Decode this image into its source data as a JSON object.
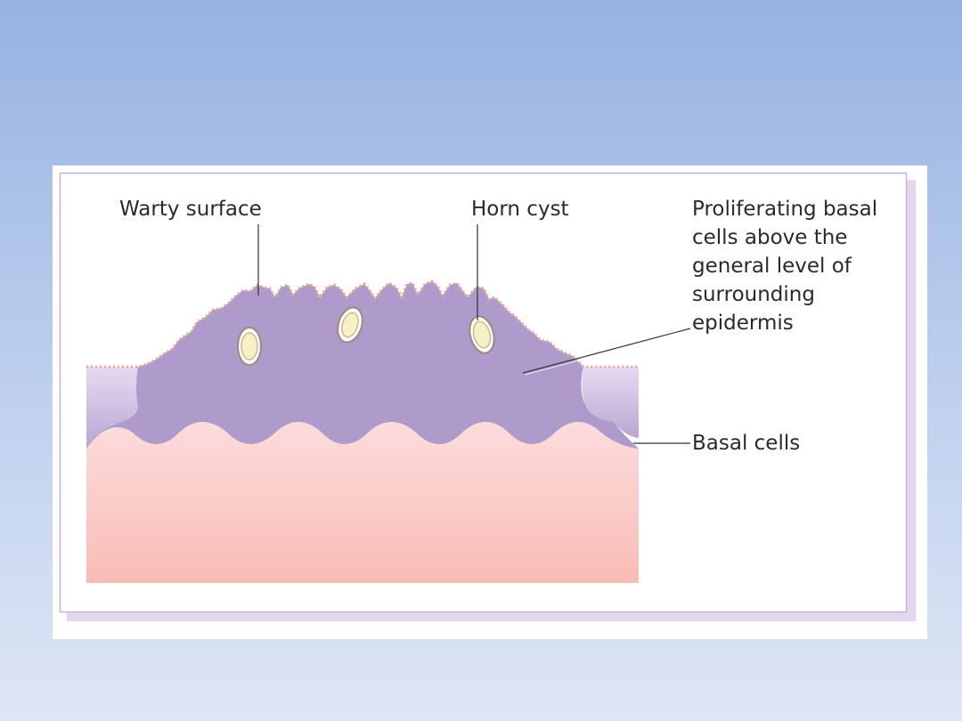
{
  "figure": {
    "labels": {
      "warty_surface": "Warty surface",
      "horn_cyst": "Horn cyst",
      "proliferating": [
        "Proliferating basal",
        "cells above the",
        "general level of",
        "surrounding",
        "epidermis"
      ],
      "basal_cells": "Basal cells"
    },
    "colors": {
      "epidermis": "#ae9bcb",
      "epidermis_light": "#d8c9e6",
      "dermis_top": "#fcd9da",
      "dermis_bottom": "#f9bdb6",
      "horn_cyst_fill": "#f8f0c4",
      "surface_dots": "#e2a995",
      "frame_border": "#c6b4d8"
    }
  }
}
